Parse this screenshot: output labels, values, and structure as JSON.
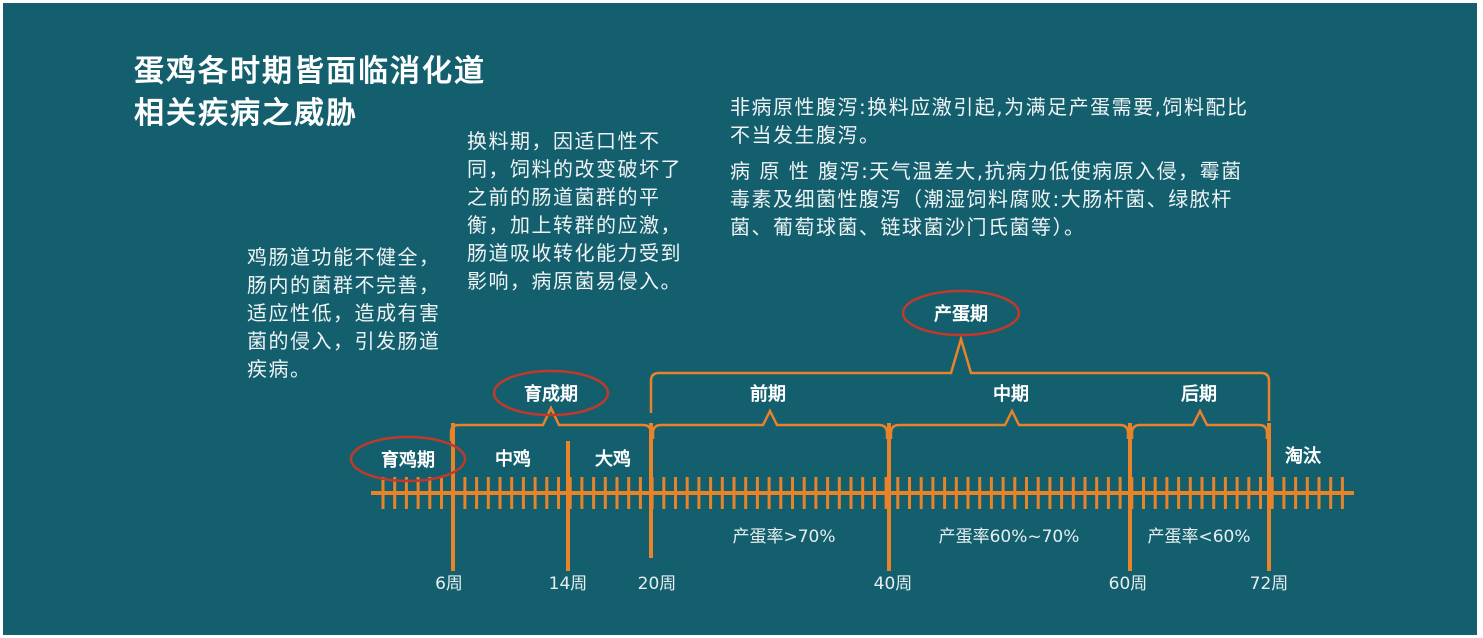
{
  "title": {
    "line1": "蛋鸡各时期皆面临消化道",
    "line2": "相关疾病之威胁"
  },
  "notes": {
    "brooding": "鸡肠道功能不健全，肠内的菌群不完善，适应性低，造成有害菌的侵入，引发肠道疾病。",
    "feed_change": "换料期，因适口性不同，饲料的改变破坏了之前的肠道菌群的平衡，加上转群的应激，肠道吸收转化能力受到影响，病原菌易侵入。",
    "non_pathogenic": "非病原性腹泻:换料应激引起,为满足产蛋需要,饲料配比不当发生腹泻。",
    "pathogenic": "病 原 性 腹泻:天气温差大,抗病力低使病原入侵，霉菌毒素及细菌性腹泻（潮湿饲料腐败:大肠杆菌、绿脓杆菌、葡萄球菌、链球菌沙门氏菌等）。"
  },
  "timeline": {
    "phases": {
      "brooding": "育鸡期",
      "growing": "育成期",
      "laying": "产蛋期"
    },
    "segments": {
      "mid_chicken": "中鸡",
      "big_chicken": "大鸡",
      "early": "前期",
      "middle": "中期",
      "late": "后期",
      "culling": "淘汰"
    },
    "rates": {
      "early": "产蛋率>70%",
      "middle": "产蛋率60%~70%",
      "late": "产蛋率<60%"
    },
    "weeks": [
      "6周",
      "14周",
      "20周",
      "40周",
      "60周",
      "72周"
    ]
  },
  "colors": {
    "background": "#145f6e",
    "accent": "#e8832a",
    "ellipse": "#c0392b",
    "text": "#ffffff"
  }
}
